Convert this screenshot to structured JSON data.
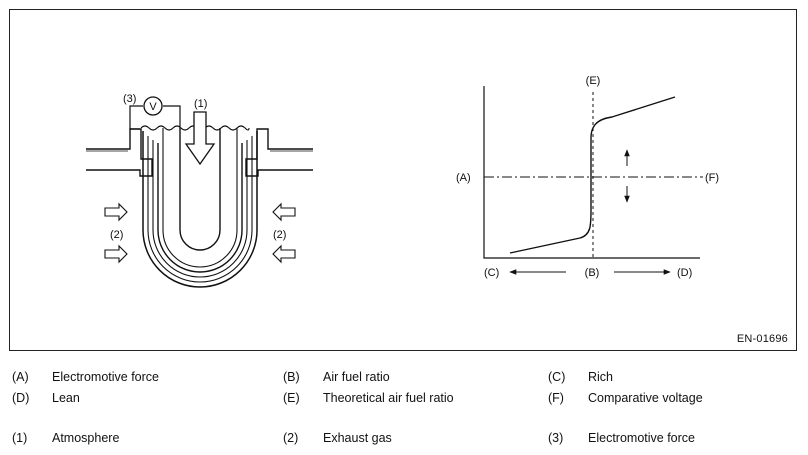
{
  "figure": {
    "id": "EN-01696",
    "sensor": {
      "label_voltmeter": "(3)",
      "voltmeter_symbol": "V",
      "label_atmosphere": "(1)",
      "label_exhaust_left": "(2)",
      "label_exhaust_right": "(2)"
    },
    "graph": {
      "label_y": "(A)",
      "label_comparative": "(F)",
      "label_stoich": "(E)",
      "label_rich": "(C)",
      "label_x": "(B)",
      "label_lean": "(D)"
    }
  },
  "legend": [
    {
      "key": "(A)",
      "text": "Electromotive force"
    },
    {
      "key": "(B)",
      "text": "Air fuel ratio"
    },
    {
      "key": "(C)",
      "text": "Rich"
    },
    {
      "key": "(D)",
      "text": "Lean"
    },
    {
      "key": "(E)",
      "text": "Theoretical air fuel ratio"
    },
    {
      "key": "(F)",
      "text": "Comparative voltage"
    },
    {
      "key": "(1)",
      "text": "Atmosphere"
    },
    {
      "key": "(2)",
      "text": "Exhaust gas"
    },
    {
      "key": "(3)",
      "text": "Electromotive force"
    }
  ]
}
